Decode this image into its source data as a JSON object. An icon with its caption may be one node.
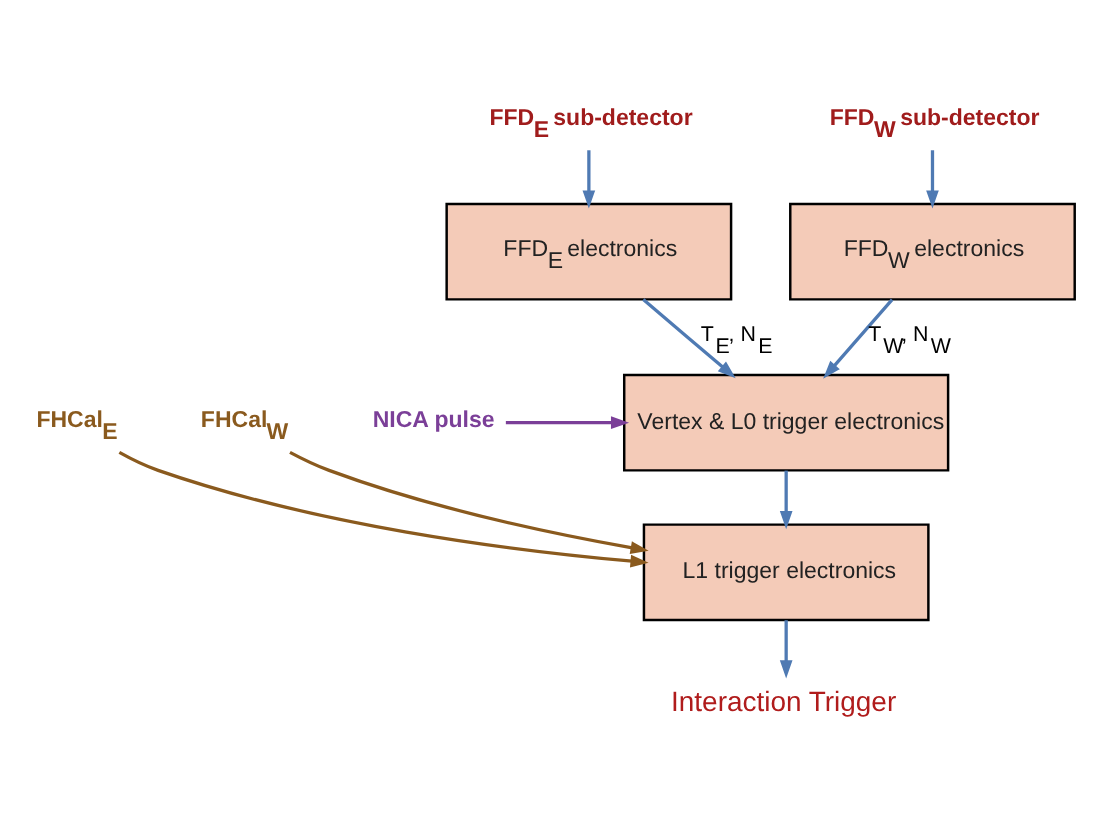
{
  "diagram": {
    "nodes": [
      {
        "text": [
          "FFD$_{E}$ sub-detector"
        ]
      },
      {
        "text": [
          "FFD$_{W}$ sub-detector"
        ]
      },
      {
        "text": [
          "FFD$_{E}$ electronics"
        ]
      },
      {
        "text": [
          "FFD$_{W}$ electronics"
        ]
      },
      {
        "text": [
          "NICA pulse"
        ]
      },
      {
        "text": [
          "Vertex & L0 trigger electronics"
        ]
      },
      {
        "text": [
          "FHCal$_{E}$"
        ]
      },
      {
        "text": [
          "FHCal$_{W}$"
        ]
      },
      {
        "text": [
          "L1 trigger electronics"
        ]
      },
      {
        "text": [
          "Interaction Trigger"
        ]
      }
    ],
    "edges": [
      {
        "from": 0,
        "to": 2,
        "arrow": "to"
      },
      {
        "from": 1,
        "to": 3,
        "arrow": "to"
      },
      {
        "from": 2,
        "to": 5,
        "arrow": "to",
        "label": "T$_{E}$, N$_{E}$"
      },
      {
        "from": 3,
        "to": 5,
        "arrow": "to",
        "label": "T$_{W}$, N$_{W}$"
      },
      {
        "from": 4,
        "to": 5,
        "arrow": "to",
        "color": "#7b3f98"
      },
      {
        "from": 5,
        "to": 8,
        "arrow": "to"
      },
      {
        "from": 6,
        "to": 8,
        "arrow": "to",
        "color": "#8a5a1e"
      },
      {
        "from": 7,
        "to": 8,
        "arrow": "to",
        "color": "#8a5a1e"
      },
      {
        "from": 8,
        "to": 9,
        "arrow": "to"
      }
    ]
  }
}
